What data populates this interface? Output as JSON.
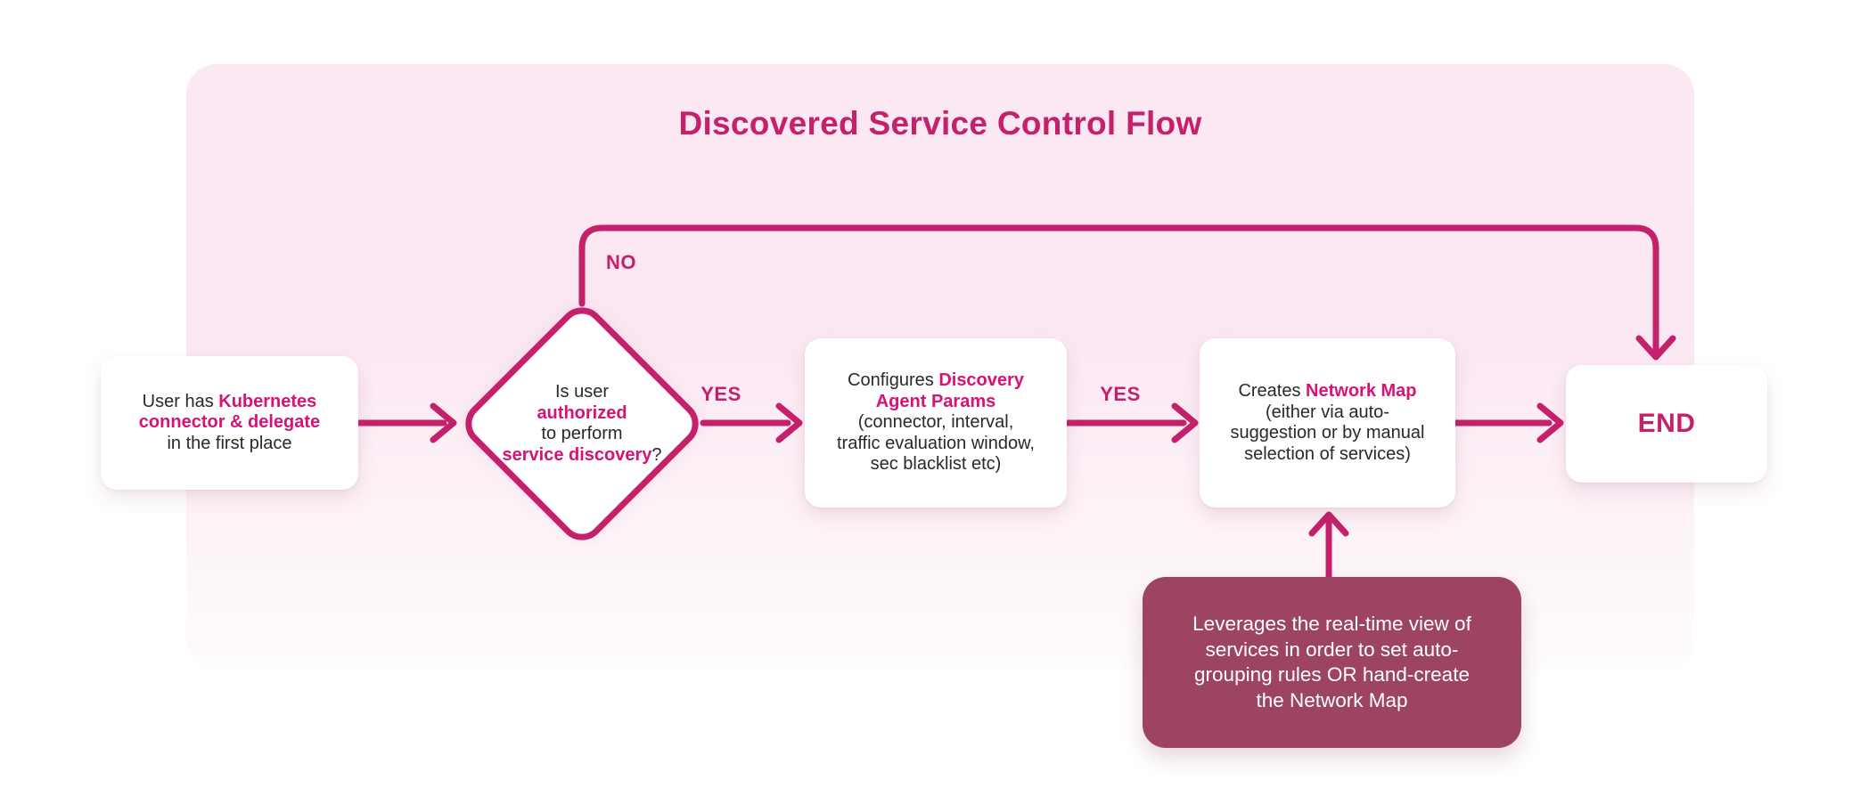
{
  "title": "Discovered Service Control Flow",
  "labels": {
    "no": "NO",
    "yes1": "YES",
    "yes2": "YES"
  },
  "colors": {
    "accent": "#C5206C",
    "highlight": "#D81275",
    "panel_top": "#FCE8F3",
    "panel_bottom": "#FEFCFD",
    "note_bg": "#9E4463",
    "text_dark": "#28282E",
    "node_bg": "#FFFFFF"
  },
  "nodes": {
    "start": {
      "lines": [
        [
          {
            "t": "User has ",
            "a": 0
          },
          {
            "t": "Kubernetes",
            "a": 1
          }
        ],
        [
          {
            "t": "connector & delegate",
            "a": 1
          }
        ],
        [
          {
            "t": "in the first place",
            "a": 0
          }
        ]
      ]
    },
    "decision": {
      "lines": [
        [
          {
            "t": "Is user",
            "a": 0
          }
        ],
        [
          {
            "t": "authorized",
            "a": 1
          }
        ],
        [
          {
            "t": "to perform",
            "a": 0
          }
        ],
        [
          {
            "t": "service discovery",
            "a": 1
          },
          {
            "t": "?",
            "a": 0
          }
        ]
      ]
    },
    "configure": {
      "lines": [
        [
          {
            "t": "Configures ",
            "a": 0
          },
          {
            "t": "Discovery",
            "a": 1
          }
        ],
        [
          {
            "t": "Agent Params",
            "a": 1
          }
        ],
        [
          {
            "t": "(connector, interval,",
            "a": 0
          }
        ],
        [
          {
            "t": "traffic evaluation window,",
            "a": 0
          }
        ],
        [
          {
            "t": "sec blacklist etc)",
            "a": 0
          }
        ]
      ]
    },
    "creates": {
      "lines": [
        [
          {
            "t": "Creates ",
            "a": 0
          },
          {
            "t": "Network Map",
            "a": 1
          }
        ],
        [
          {
            "t": "(either via auto-",
            "a": 0
          }
        ],
        [
          {
            "t": "suggestion or by manual",
            "a": 0
          }
        ],
        [
          {
            "t": "selection of services)",
            "a": 0
          }
        ]
      ]
    },
    "end": {
      "label": "END"
    },
    "note": {
      "lines": [
        [
          {
            "t": "Leverages the real-time view of",
            "a": 0
          }
        ],
        [
          {
            "t": "services in order to set auto-",
            "a": 0
          }
        ],
        [
          {
            "t": "grouping rules OR hand-create",
            "a": 0
          }
        ],
        [
          {
            "t": "the Network Map",
            "a": 0
          }
        ]
      ]
    }
  }
}
